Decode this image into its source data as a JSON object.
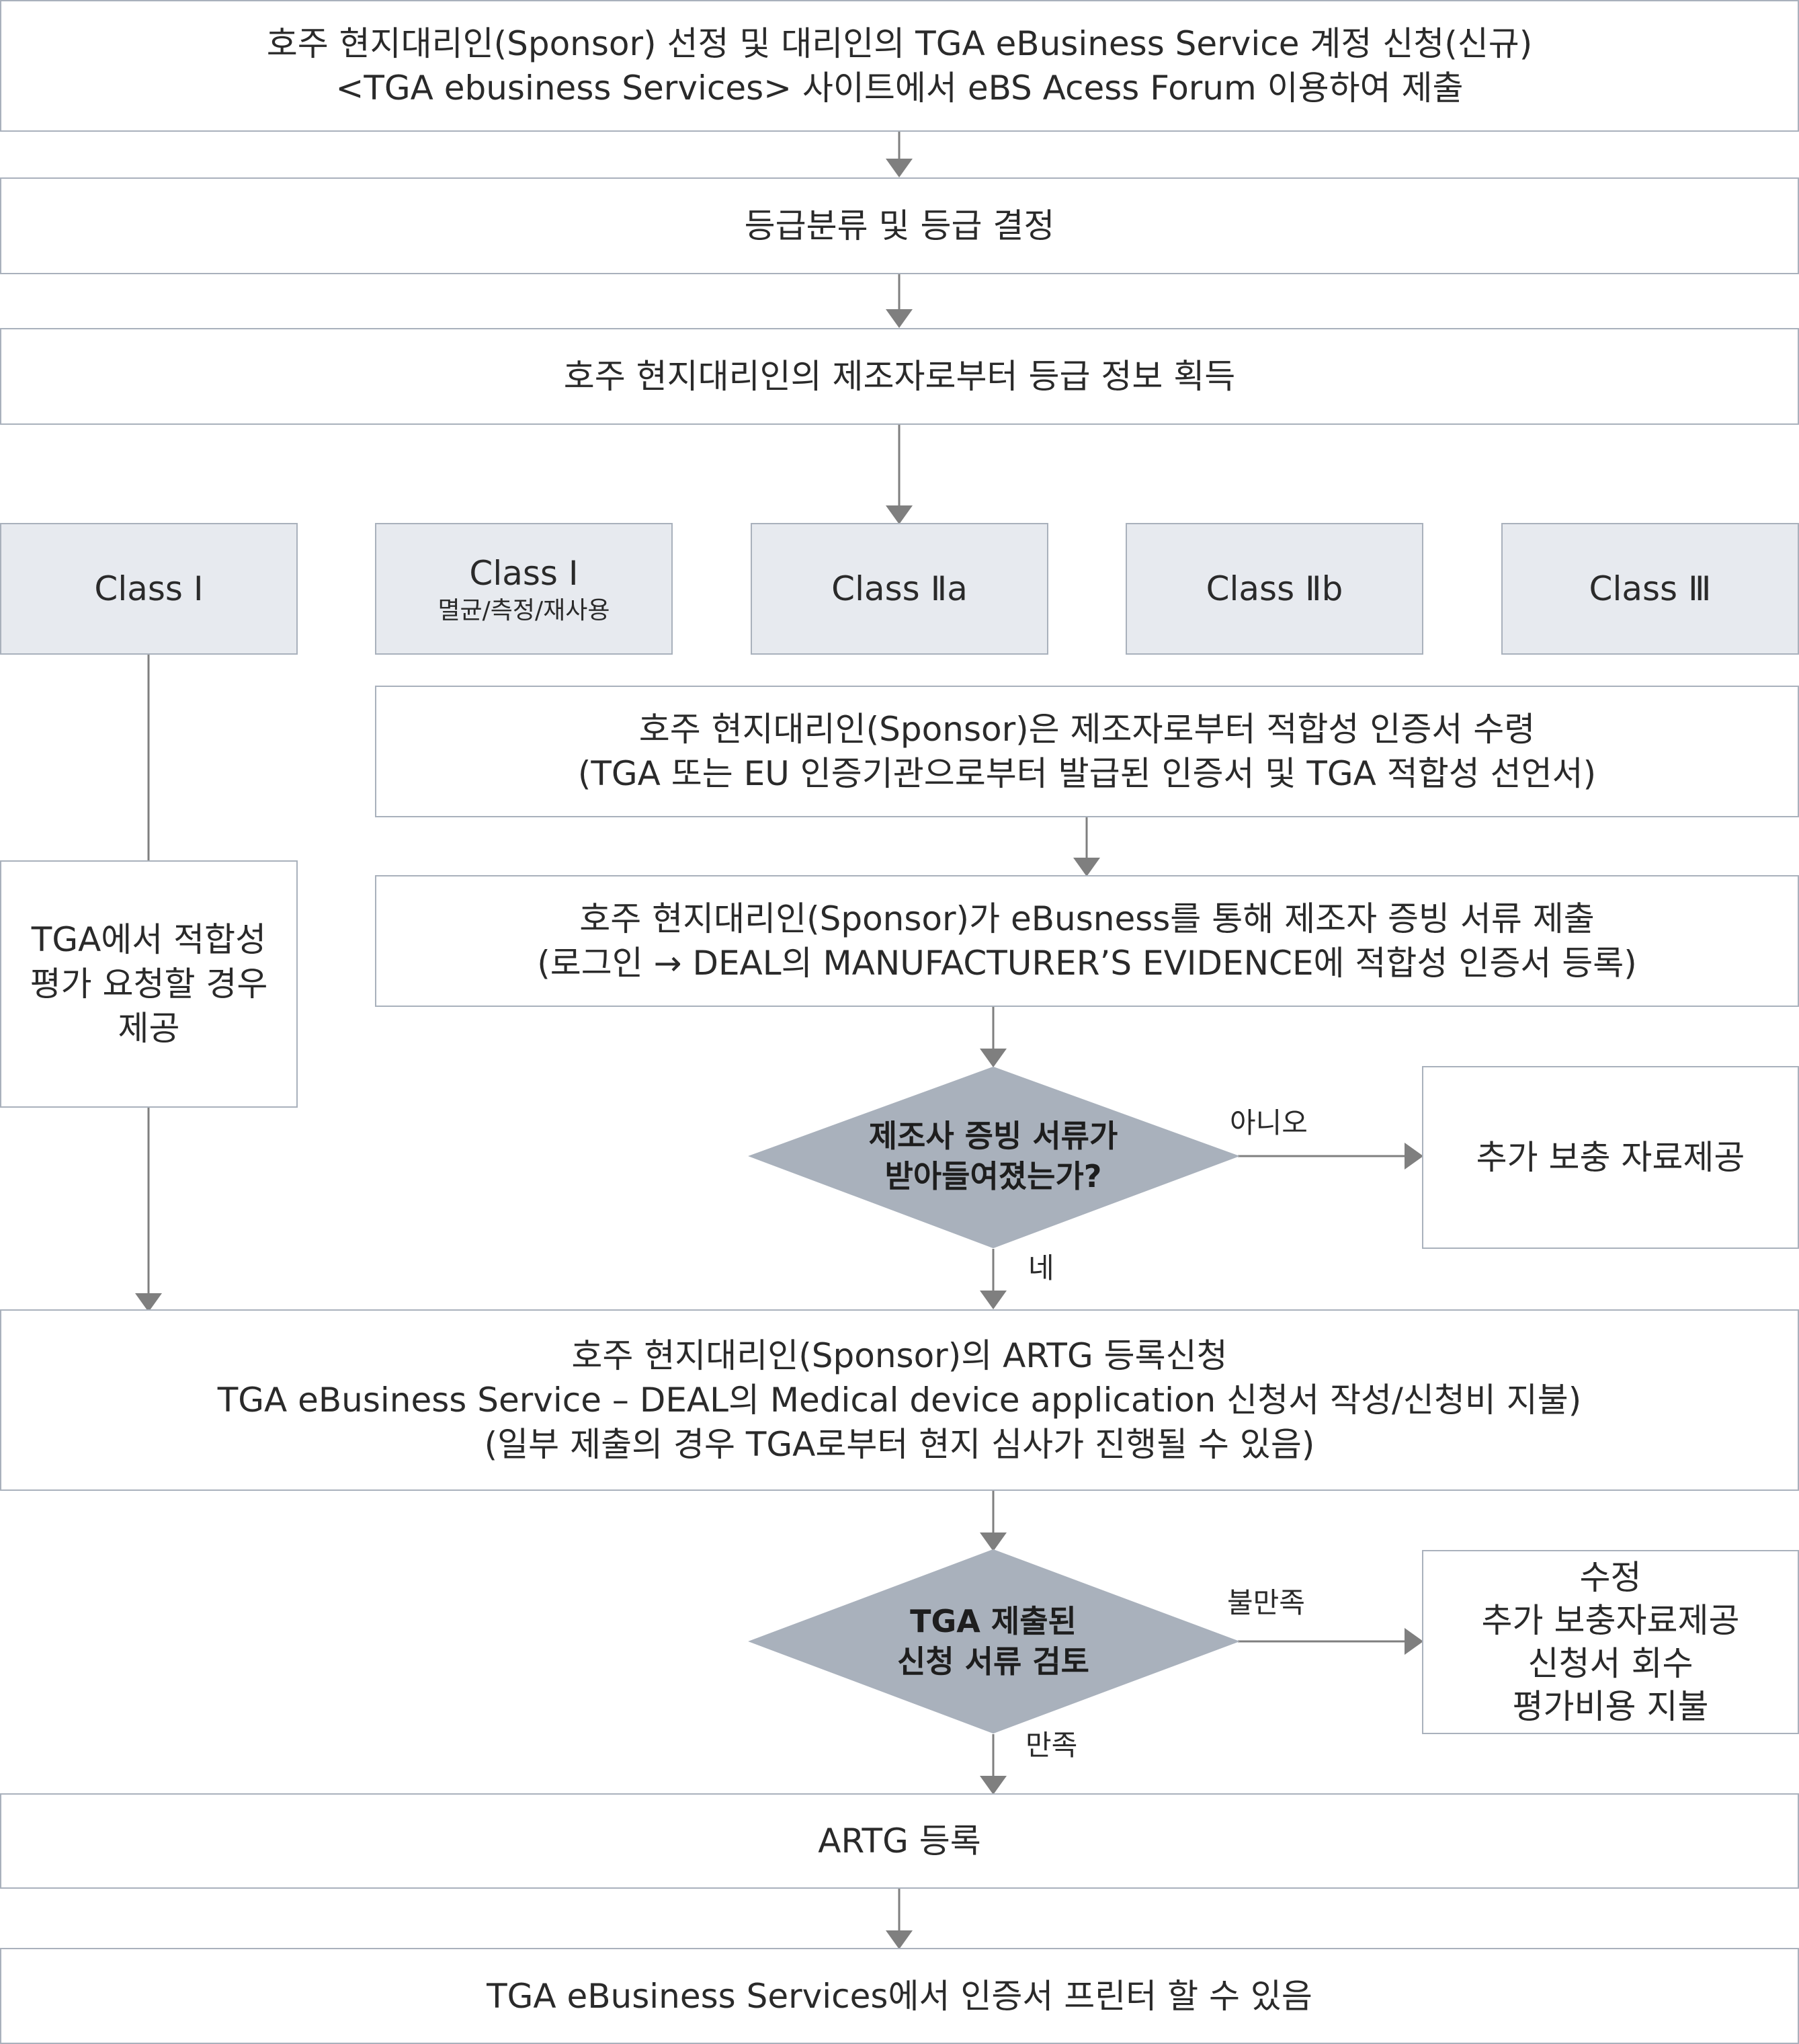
{
  "steps": {
    "sponsor_account": {
      "line1": "호주 현지대리인(Sponsor) 선정 및 대리인의 TGA eBusiness Service 계정 신청(신규)",
      "line2": "<TGA ebusiness Services> 사이트에서 eBS Acess Forum 이용하여 제출"
    },
    "classification": "등급분류 및 등급 결정",
    "class_info": "호주 현지대리인의 제조자로부터 등급 정보 획득",
    "class_i": "Class  Ⅰ",
    "class_i_special": {
      "title": "Class  Ⅰ",
      "subtitle": "멸균/측정/재사용"
    },
    "class_iia": "Class  Ⅱa",
    "class_iib": "Class  Ⅱb",
    "class_iii": "Class  Ⅲ",
    "certificate_receipt": {
      "line1": "호주 현지대리인(Sponsor)은 제조자로부터 적합성 인증서 수령",
      "line2": "(TGA 또는 EU 인증기관으로부터 발급된 인증서 및 TGA 적합성 선언서)"
    },
    "evidence_submission": {
      "line1": "호주 현지대리인(Sponsor)가 eBusness를 통해 제조자 증빙 서류 제출",
      "line2": "(로그인 → DEAL의 MANUFACTURER’S EVIDENCE에 적합성 인증서 등록)"
    },
    "tga_request": {
      "line1": "TGA에서 적합성",
      "line2": "평가 요청할 경우",
      "line3": "제공"
    },
    "decision_evidence": {
      "line1": "제조사 증빙 서류가",
      "line2": "받아들여졌는가?"
    },
    "label_no": "아니오",
    "label_yes": "네",
    "supplement": "추가 보충 자료제공",
    "artg_application": {
      "line1": "호주 현지대리인(Sponsor)의 ARTG 등록신청",
      "line2": "TGA eBusiness Service – DEAL의 Medical device application 신청서 작성/신청비 지불)",
      "line3": "(일부 제출의 경우 TGA로부터 현지 심사가 진행될 수 있음)"
    },
    "decision_review": {
      "line1": "TGA 제출된",
      "line2": "신청 서류 검토"
    },
    "label_unsatisfied": "불만족",
    "label_satisfied": "만족",
    "revision": {
      "line1": "수정",
      "line2": "추가 보충자료제공",
      "line3": "신청서 회수",
      "line4": "평가비용 지불"
    },
    "artg_registration": "ARTG 등록",
    "print_certificate": "TGA eBusiness Services에서 인증서 프린터 할 수 있음"
  },
  "colors": {
    "border": "#a9b1bc",
    "class_fill": "#e7eaef",
    "decision_fill": "#a9b1bc",
    "connector": "#7f7f7f",
    "text": "#2a2a2a"
  }
}
